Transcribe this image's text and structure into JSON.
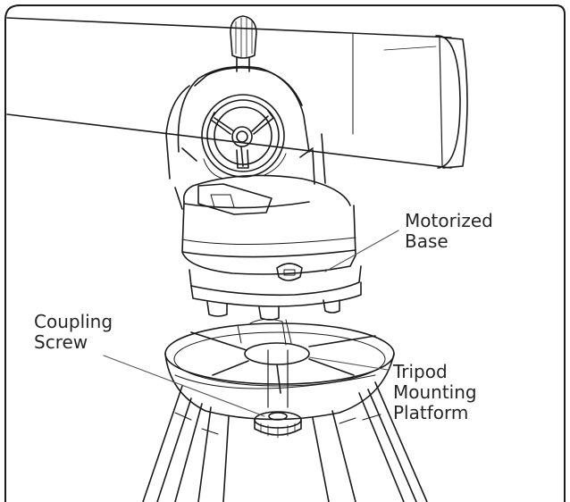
{
  "labels": {
    "motorized_base": {
      "line1": "Motorized",
      "line2": "Base"
    },
    "coupling_screw": {
      "line1": "Coupling",
      "line2": "Screw"
    },
    "tripod_platform": {
      "line1": "Tripod",
      "line2": "Mounting",
      "line3": "Platform"
    }
  },
  "colors": {
    "line": "#1a1a1a",
    "leader": "#555555",
    "frame": "#1a1a1a",
    "background": "#ffffff"
  }
}
